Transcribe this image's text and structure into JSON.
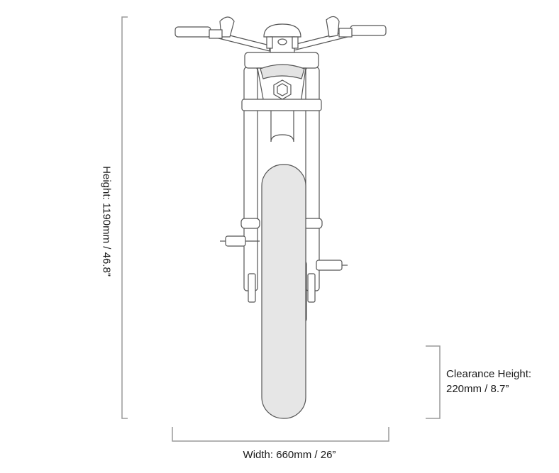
{
  "dimensions": {
    "height": "Height: 1190mm / 46.8”",
    "width": "Width: 660mm / 26”",
    "clearance_line1": "Clearance Height:",
    "clearance_line2": "220mm / 8.7”"
  },
  "colors": {
    "line": "#555555",
    "bracket": "#9a9a9a",
    "tire_fill": "#e6e6e6"
  }
}
